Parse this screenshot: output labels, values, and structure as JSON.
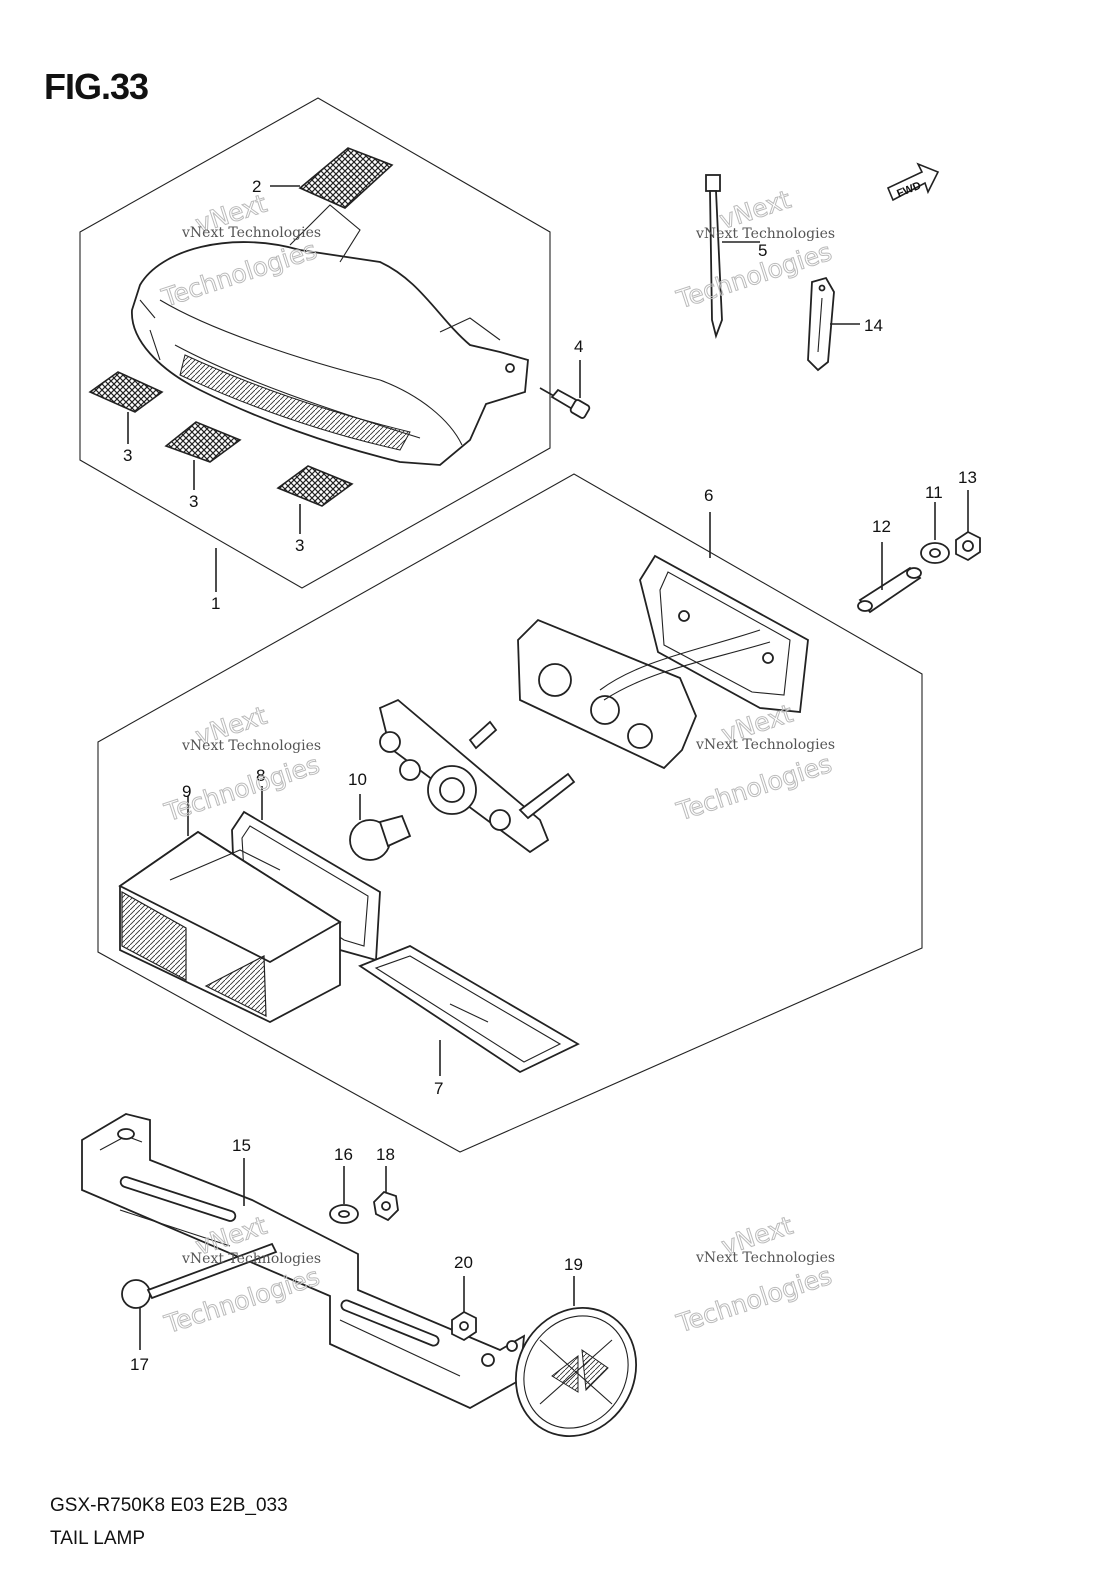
{
  "figure": {
    "title": "FIG.33",
    "code": "GSX-R750K8 E03 E2B_033",
    "name": "TAIL LAMP",
    "direction_badge": "FWD"
  },
  "callouts": [
    "1",
    "2",
    "3",
    "3",
    "3",
    "4",
    "5",
    "6",
    "7",
    "8",
    "9",
    "10",
    "11",
    "12",
    "13",
    "14",
    "15",
    "16",
    "17",
    "18",
    "19",
    "20"
  ],
  "watermark": {
    "line1": "vNext Technologies",
    "line2": "vNext",
    "line3": "Technologies"
  },
  "icons": [
    "fwd-arrow-icon"
  ]
}
